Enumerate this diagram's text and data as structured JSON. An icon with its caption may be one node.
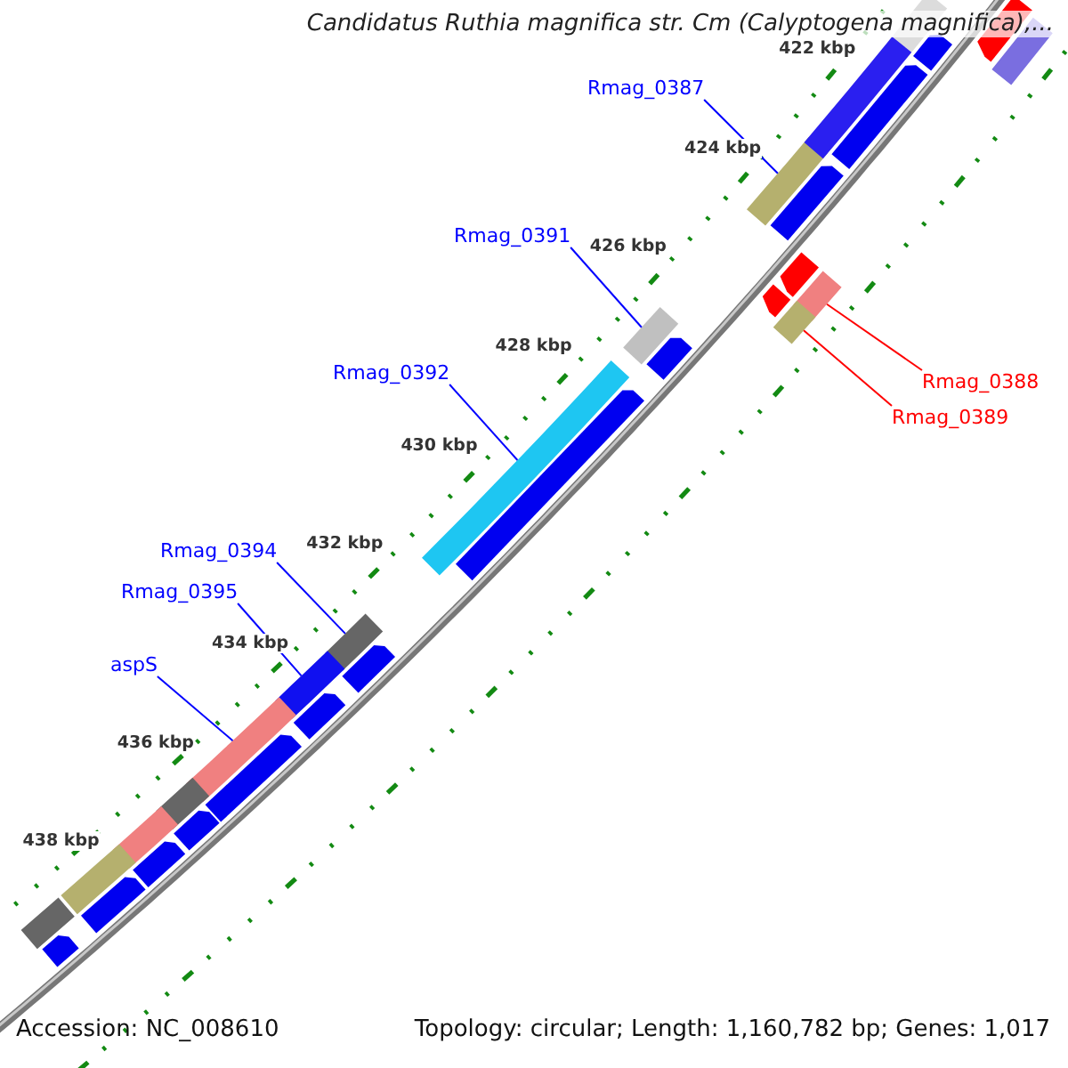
{
  "diagram": {
    "title": "Candidatus Ruthia magnifica str. Cm (Calyptogena magnifica),...",
    "nodes": [
      {
        "text": [
          "Rmag_0387"
        ]
      },
      {
        "text": [],
        "shape": "bar"
      },
      {
        "text": [
          "Rmag_0391"
        ]
      },
      {
        "text": [],
        "shape": "bar"
      },
      {
        "text": [
          "Rmag_0392"
        ]
      },
      {
        "text": [],
        "shape": "bar"
      },
      {
        "text": [
          "Rmag_0388"
        ]
      },
      {
        "text": [],
        "shape": "bar"
      },
      {
        "text": [
          "Rmag_0389"
        ]
      },
      {
        "text": [],
        "shape": "bar"
      },
      {
        "text": [
          "Rmag_0394"
        ]
      },
      {
        "text": [],
        "shape": "bar"
      },
      {
        "text": [
          "Rmag_0395"
        ]
      },
      {
        "text": [],
        "shape": "bar"
      },
      {
        "text": [
          "aspS"
        ]
      },
      {
        "text": [],
        "shape": "bar"
      },
      {
        "text": [],
        "shape": "bar"
      },
      {
        "text": [],
        "shape": "bar"
      },
      {
        "text": [],
        "shape": "bar"
      },
      {
        "text": [],
        "shape": "bar"
      },
      {
        "text": [],
        "shape": "bar"
      },
      {
        "text": [],
        "shape": "bar"
      },
      {
        "text": [],
        "shape": "bar"
      },
      {
        "text": [],
        "shape": "pentagon"
      },
      {
        "text": [],
        "shape": "pentagon"
      },
      {
        "text": [],
        "shape": "pentagon"
      },
      {
        "text": [],
        "shape": "pentagon"
      },
      {
        "text": [],
        "shape": "pentagon"
      },
      {
        "text": [],
        "shape": "pentagon"
      },
      {
        "text": [],
        "shape": "pentagon"
      },
      {
        "text": [],
        "shape": "pentagon"
      },
      {
        "text": [],
        "shape": "pentagon"
      },
      {
        "text": [],
        "shape": "pentagon"
      },
      {
        "text": [],
        "shape": "pentagon"
      },
      {
        "text": [],
        "shape": "pentagon"
      },
      {
        "text": [],
        "shape": "pentagon"
      },
      {
        "text": [],
        "shape": "pentagon"
      },
      {
        "text": [],
        "shape": "pentagon"
      }
    ],
    "edges": [
      {
        "from": 0,
        "to": 1,
        "arrow": "none"
      },
      {
        "from": 2,
        "to": 3,
        "arrow": "none"
      },
      {
        "from": 4,
        "to": 5,
        "arrow": "none"
      },
      {
        "from": 6,
        "to": 7,
        "arrow": "none",
        "color": "#ff0000"
      },
      {
        "from": 8,
        "to": 9,
        "arrow": "none",
        "color": "#ff0000"
      },
      {
        "from": 10,
        "to": 11,
        "arrow": "none"
      },
      {
        "from": 12,
        "to": 13,
        "arrow": "none"
      },
      {
        "from": 14,
        "to": 15,
        "arrow": "none"
      }
    ],
    "labels": [
      "422 kbp",
      "424 kbp",
      "426 kbp",
      "428 kbp",
      "430 kbp",
      "432 kbp",
      "434 kbp",
      "436 kbp",
      "438 kbp",
      "Accession: NC_008610",
      "Topology: circular; Length: 1,160,782 bp; Genes: 1,017"
    ]
  }
}
